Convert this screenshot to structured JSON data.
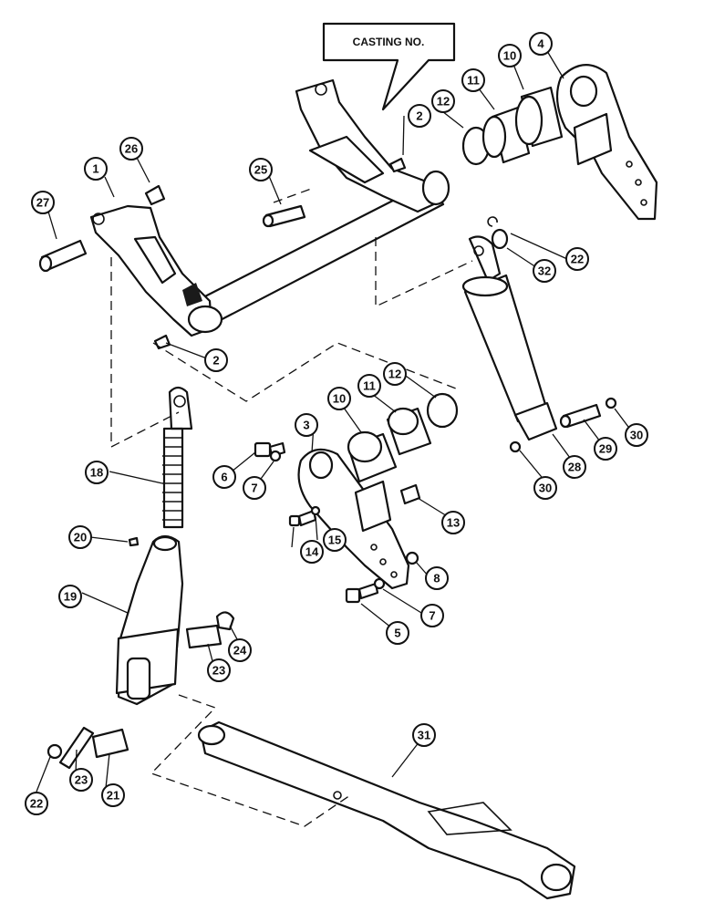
{
  "diagram": {
    "casting_label": "CASTING NO.",
    "callouts": [
      "1",
      "2",
      "2",
      "3",
      "4",
      "5",
      "6",
      "7",
      "7",
      "8",
      "10",
      "10",
      "11",
      "11",
      "12",
      "12",
      "13",
      "14",
      "15",
      "18",
      "19",
      "20",
      "21",
      "22",
      "22",
      "23",
      "23",
      "24",
      "25",
      "26",
      "27",
      "28",
      "29",
      "30",
      "30",
      "31",
      "32"
    ]
  }
}
